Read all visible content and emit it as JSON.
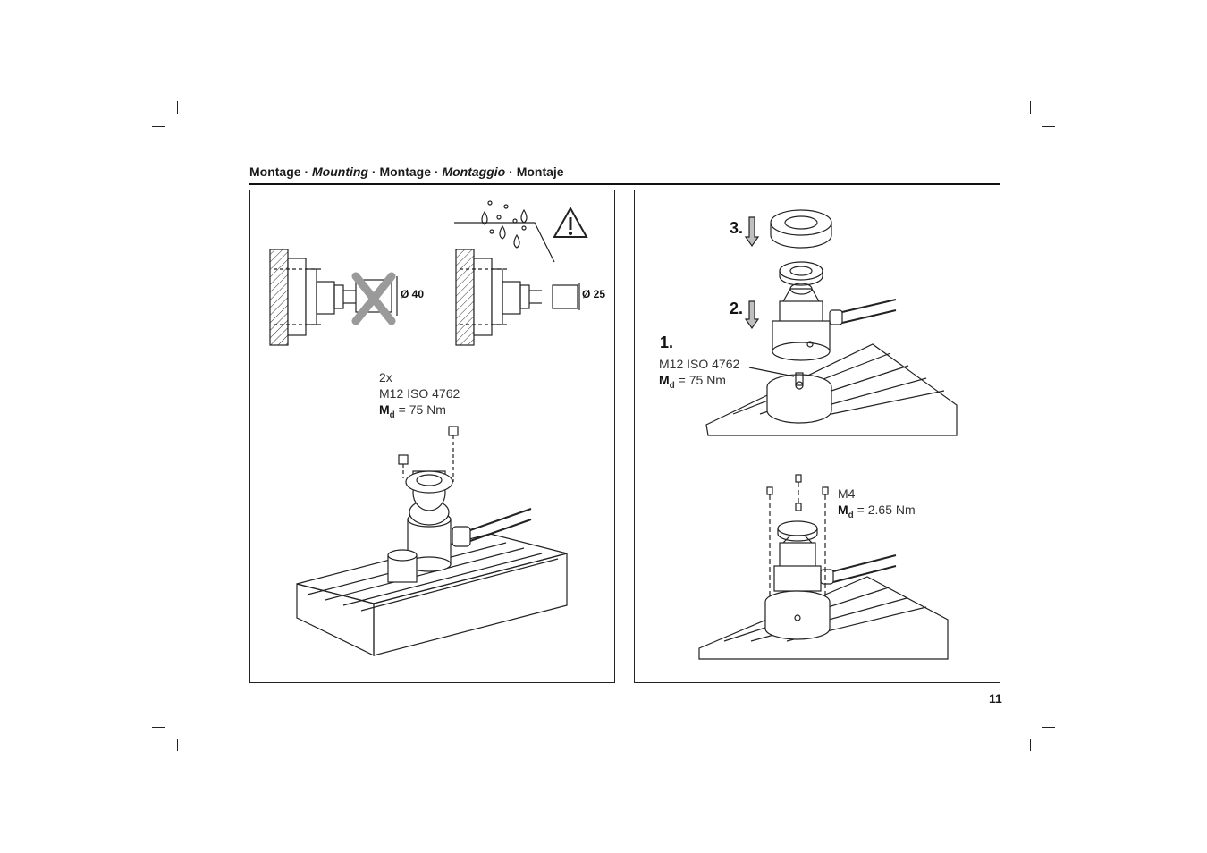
{
  "header": {
    "part1": "Montage",
    "sep": " · ",
    "part2": "Mounting",
    "part3": "Montage",
    "part4": "Montaggio",
    "part5": "Montaje"
  },
  "left_panel": {
    "dia_bad": "Ø 40",
    "dia_good": "Ø 25",
    "screw_count": "2x",
    "screw_spec": "M12 ISO 4762",
    "torque_symbol": "M",
    "torque_sub": "d",
    "torque_value": " = 75 Nm"
  },
  "right_panel": {
    "step1": "1.",
    "step2": "2.",
    "step3": "3.",
    "screw_spec": "M12 ISO 4762",
    "torque_symbol": "M",
    "torque_sub": "d",
    "torque_value": " = 75 Nm",
    "screw_spec2": "M4",
    "torque_value2": " = 2.65 Nm"
  },
  "page_number": "11",
  "colors": {
    "line": "#222222",
    "arrow_fill": "#bfbfbf",
    "cross": "#9a9a9a"
  }
}
